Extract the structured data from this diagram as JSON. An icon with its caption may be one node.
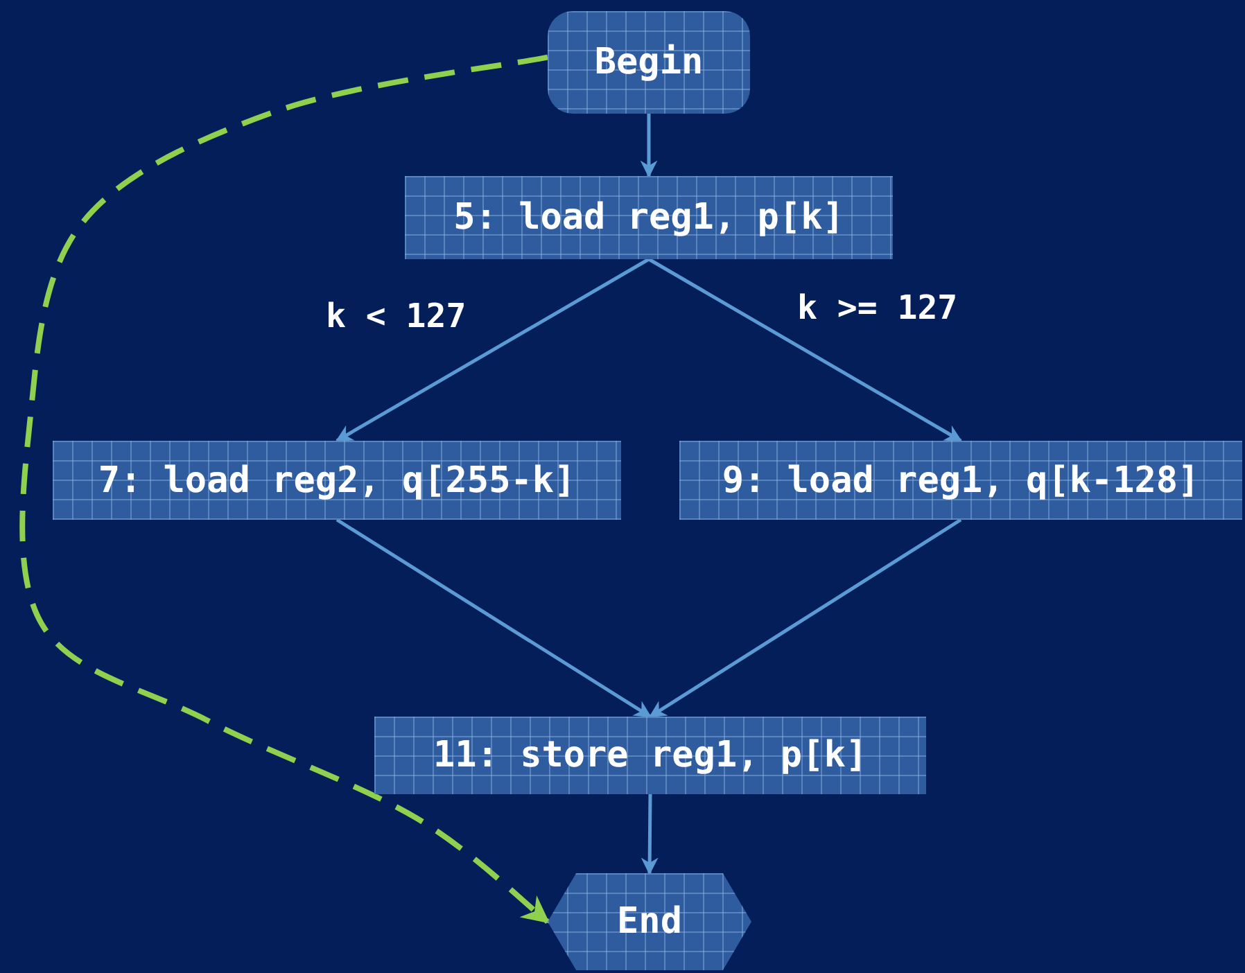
{
  "diagram": {
    "nodes": [
      {
        "text": [
          "Begin"
        ]
      },
      {
        "text": [
          "5: load reg1, p[k]"
        ]
      },
      {
        "text": [
          "7: load reg2, q[255-k]"
        ]
      },
      {
        "text": [
          "9: load reg1, q[k-128]"
        ]
      },
      {
        "text": [
          "11: store reg1, p[k]"
        ]
      },
      {
        "text": [
          "End"
        ]
      }
    ],
    "edges": [
      {
        "from": 0,
        "to": 1,
        "arrow": "to"
      },
      {
        "from": 1,
        "to": 2,
        "arrow": "to",
        "label": "k < 127"
      },
      {
        "from": 1,
        "to": 3,
        "arrow": "to",
        "label": "k >= 127"
      },
      {
        "from": 2,
        "to": 4,
        "arrow": "to"
      },
      {
        "from": 3,
        "to": 4,
        "arrow": "to"
      },
      {
        "from": 4,
        "to": 5,
        "arrow": "to"
      },
      {
        "from": 0,
        "to": 5,
        "arrow": "to",
        "style": "dashed",
        "color": "#8fd14f"
      }
    ]
  }
}
